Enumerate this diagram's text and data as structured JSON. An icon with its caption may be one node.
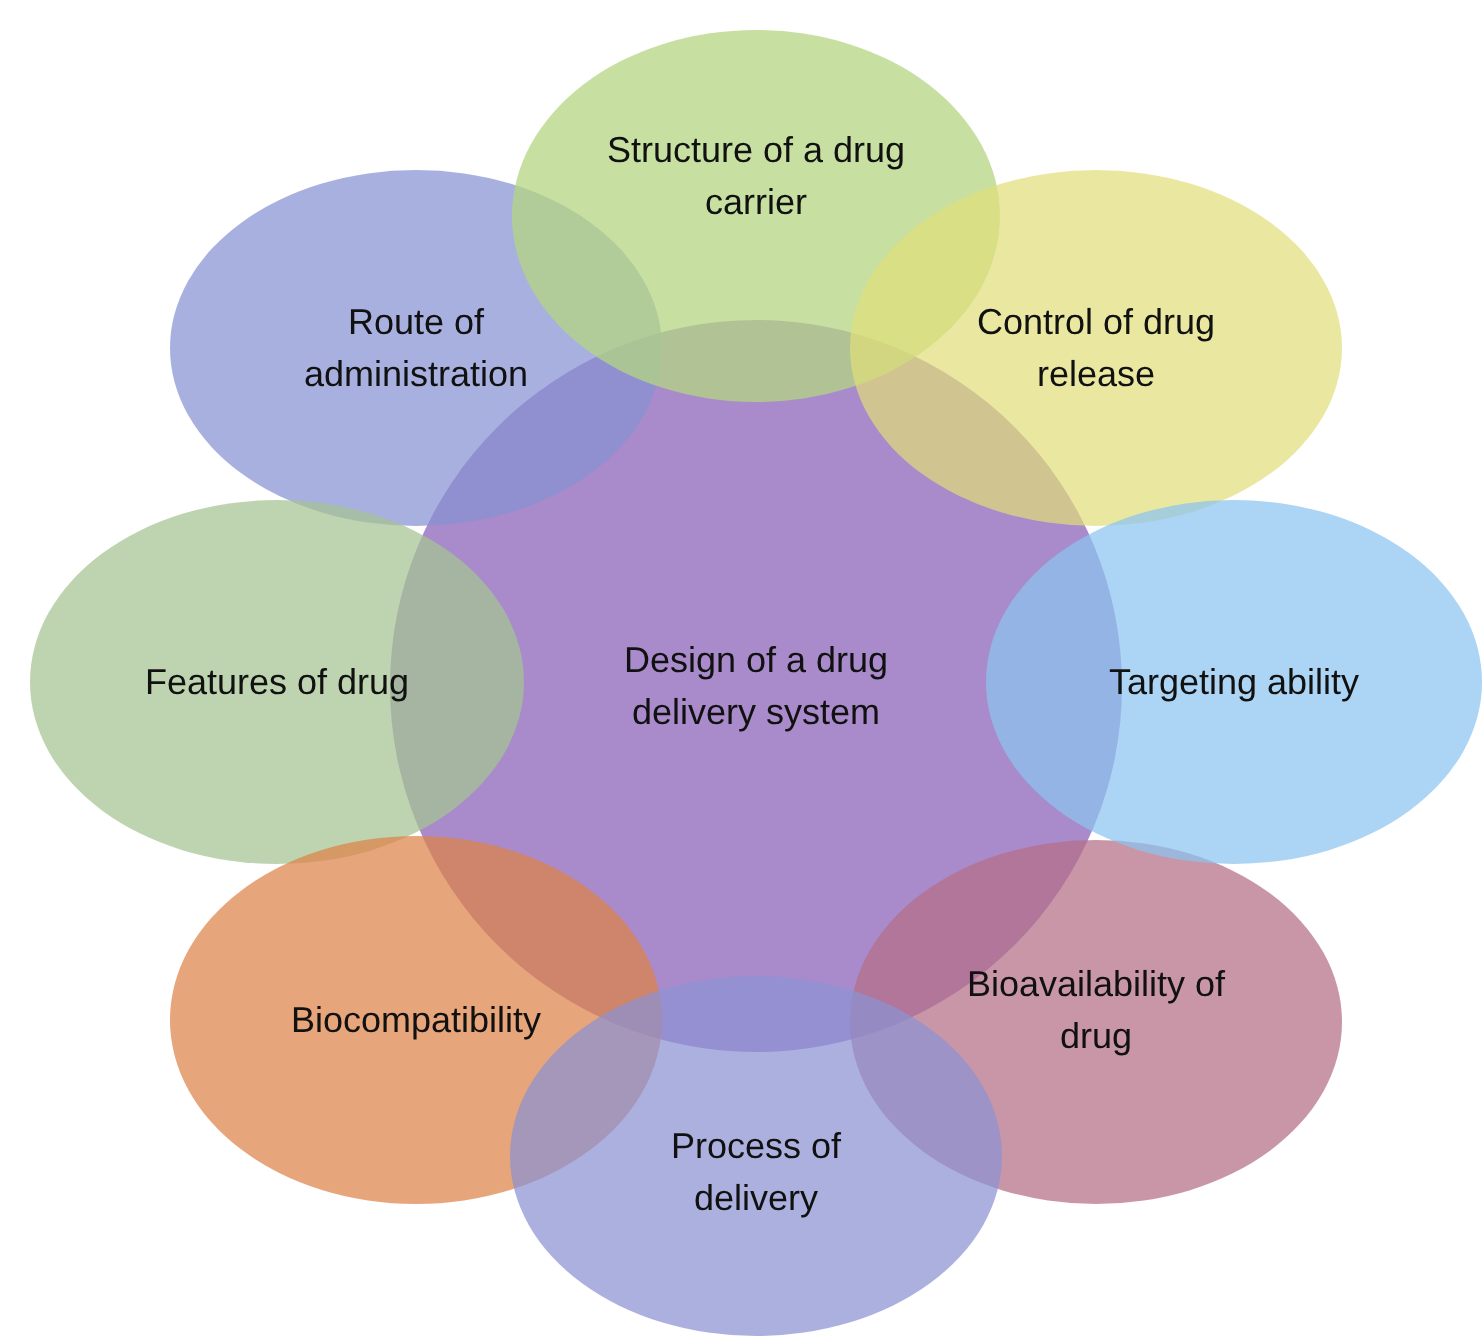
{
  "diagram": {
    "nodes": [
      {
        "text": [
          "Structure of a drug carrier"
        ]
      },
      {
        "text": [
          "Route of administration"
        ]
      },
      {
        "text": [
          "Control of drug release"
        ]
      },
      {
        "text": [
          "Features of drug"
        ]
      },
      {
        "text": [
          "Design of a drug delivery system"
        ]
      },
      {
        "text": [
          "Targeting ability"
        ]
      },
      {
        "text": [
          "Biocompatibility"
        ]
      },
      {
        "text": [
          "Bioavailability of drug"
        ]
      },
      {
        "text": [
          "Process of delivery"
        ]
      }
    ]
  }
}
